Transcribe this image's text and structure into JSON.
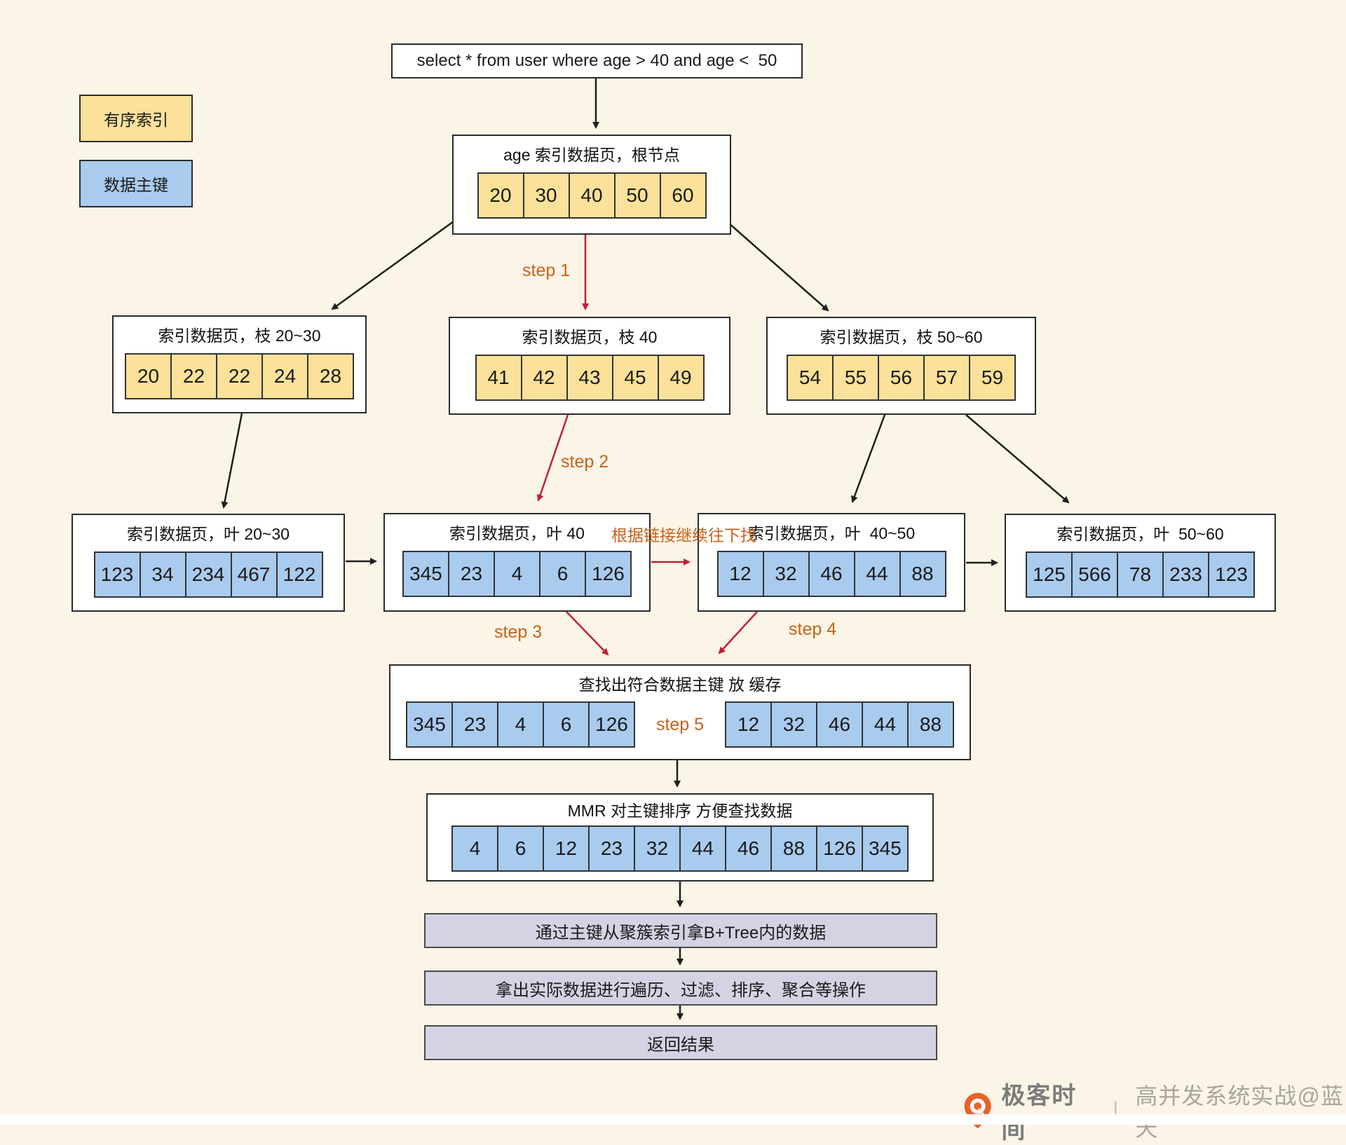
{
  "sql_query": {
    "text": "select * from user where age > 40 and age <  50"
  },
  "legend": {
    "ordered_index_label": "有序索引",
    "primary_key_label": "数据主键"
  },
  "nodes": {
    "root": {
      "title": "age 索引数据页，根节点",
      "cells": [
        "20",
        "30",
        "40",
        "50",
        "60"
      ],
      "cell_color": "yellow"
    },
    "branch_20_30": {
      "title": "索引数据页，枝 20~30",
      "cells": [
        "20",
        "22",
        "22",
        "24",
        "28"
      ],
      "cell_color": "yellow"
    },
    "branch_40": {
      "title": "索引数据页，枝 40",
      "cells": [
        "41",
        "42",
        "43",
        "45",
        "49"
      ],
      "cell_color": "yellow"
    },
    "branch_50_60": {
      "title": "索引数据页，枝 50~60",
      "cells": [
        "54",
        "55",
        "56",
        "57",
        "59"
      ],
      "cell_color": "yellow"
    },
    "leaf_20_30": {
      "title": "索引数据页，叶 20~30",
      "cells": [
        "123",
        "34",
        "234",
        "467",
        "122"
      ],
      "cell_color": "blue"
    },
    "leaf_40": {
      "title": "索引数据页，叶 40",
      "cells": [
        "345",
        "23",
        "4",
        "6",
        "126"
      ],
      "cell_color": "blue"
    },
    "leaf_40_50": {
      "title": "索引数据页，叶  40~50",
      "cells": [
        "12",
        "32",
        "46",
        "44",
        "88"
      ],
      "cell_color": "blue"
    },
    "leaf_50_60": {
      "title": "索引数据页，叶  50~60",
      "cells": [
        "125",
        "566",
        "78",
        "233",
        "123"
      ],
      "cell_color": "blue"
    }
  },
  "cache_box": {
    "title": "查找出符合数据主键 放 缓存",
    "left_cells": [
      "345",
      "23",
      "4",
      "6",
      "126"
    ],
    "right_cells": [
      "12",
      "32",
      "46",
      "44",
      "88"
    ],
    "cell_color": "blue"
  },
  "mmr_box": {
    "title": "MMR 对主键排序 方便查找数据",
    "cells": [
      "4",
      "6",
      "12",
      "23",
      "32",
      "44",
      "46",
      "88",
      "126",
      "345"
    ],
    "cell_color": "blue"
  },
  "steps": {
    "step1": "step 1",
    "step2": "step 2",
    "step3": "step 3",
    "step4": "step 4",
    "step5": "step 5",
    "follow_link_note": "根据链接继续往下找"
  },
  "process": {
    "step_cluster_fetch": "通过主键从聚簇索引拿B+Tree内的数据",
    "step_operate": "拿出实际数据进行遍历、过滤、排序、聚合等操作",
    "step_return": "返回结果"
  },
  "footer": {
    "brand": "极客时间",
    "separator": "丨",
    "credit": "高并发系统实战@蓝天"
  },
  "colors": {
    "background": "#FAF5E6",
    "ordered_index_fill": "#FBE199",
    "primary_key_fill": "#A9CBEE",
    "process_fill": "#D5D3E3",
    "arrow_black": "#1f1f1f",
    "arrow_red": "#C21F3A",
    "label_orange": "#C8611C",
    "logo_orange": "#E8622C"
  }
}
